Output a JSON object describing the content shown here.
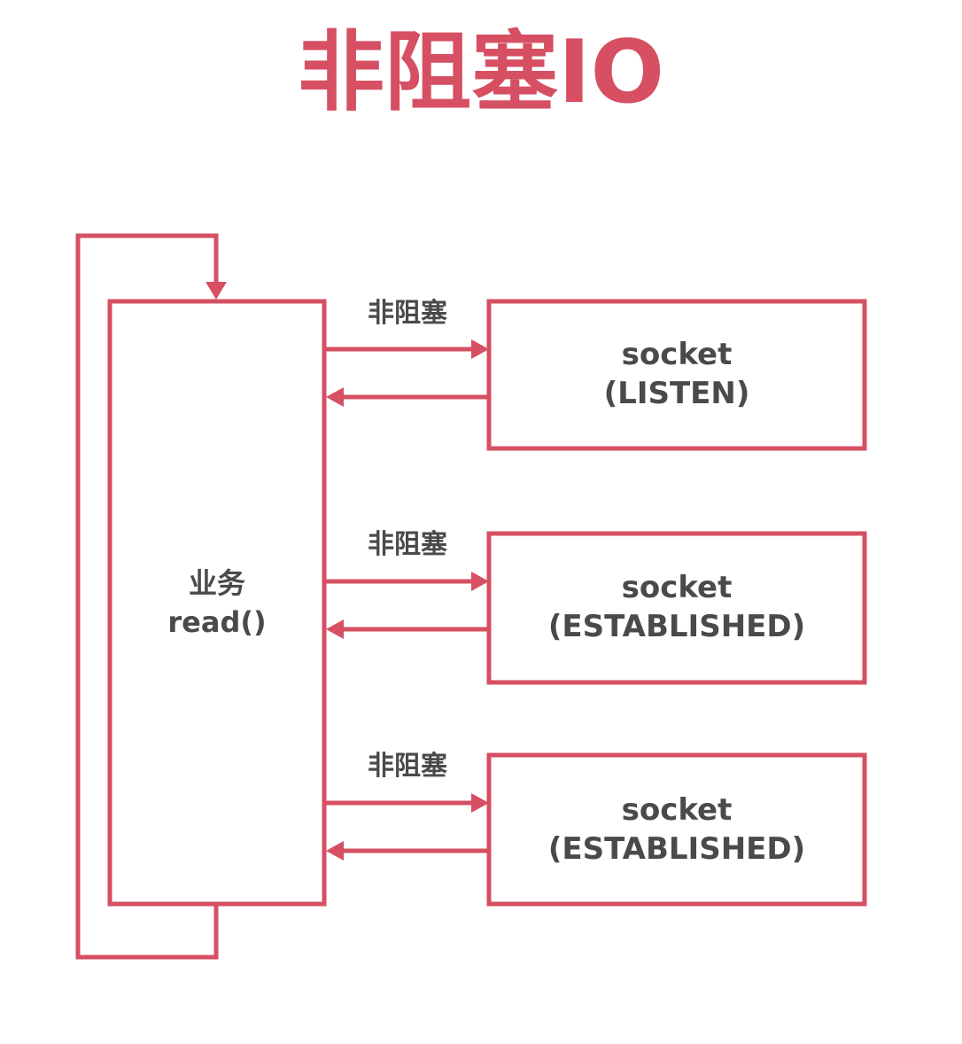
{
  "title": "非阻塞IO",
  "main_box": {
    "line1": "业务",
    "line2": "read()"
  },
  "arrow_label": "非阻塞",
  "sockets": [
    {
      "name": "socket",
      "state": "(LISTEN)"
    },
    {
      "name": "socket",
      "state": "(ESTABLISHED)"
    },
    {
      "name": "socket",
      "state": "(ESTABLISHED)"
    }
  ],
  "colors": {
    "accent": "#d64f63",
    "text": "#4a4a4a"
  }
}
